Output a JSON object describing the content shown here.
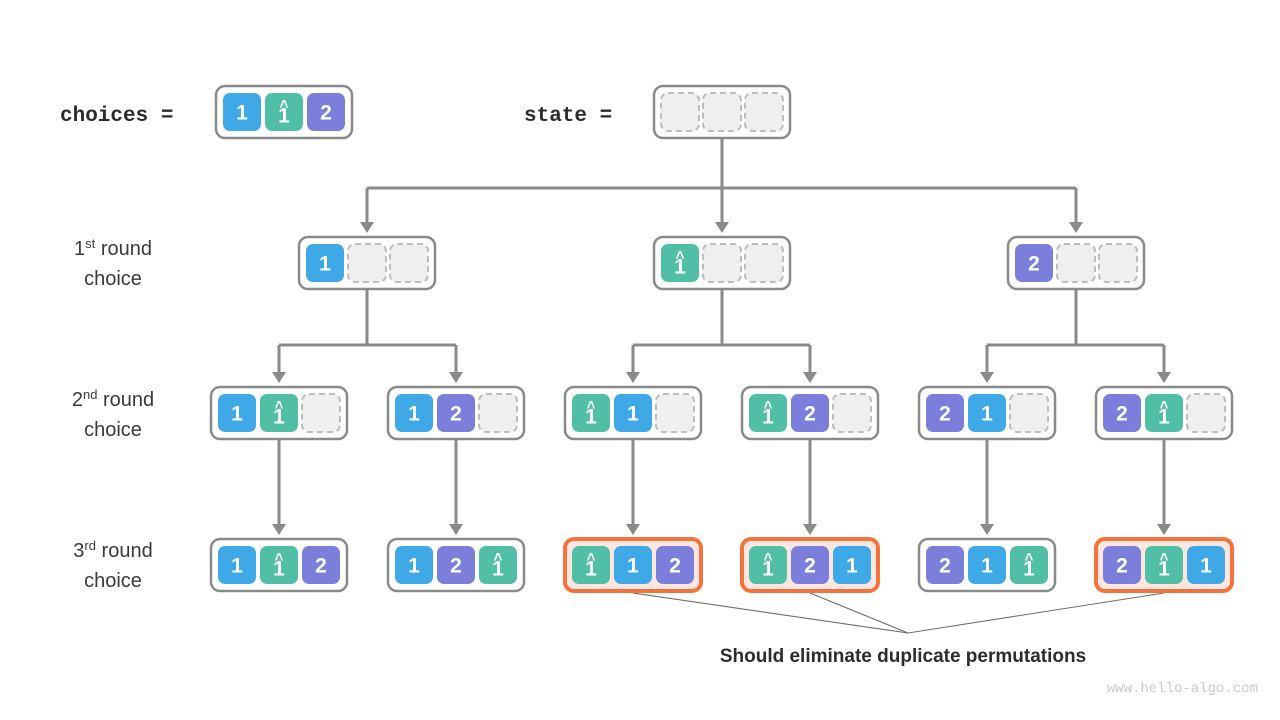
{
  "header": {
    "choices_label": "choices =",
    "state_label": "state =",
    "choices_cells": [
      "1",
      "1̂",
      "2"
    ],
    "state_cells": [
      "",
      "",
      ""
    ]
  },
  "row_labels": [
    {
      "ordinal": "1",
      "suffix": "st",
      "word": "round",
      "line2": "choice"
    },
    {
      "ordinal": "2",
      "suffix": "nd",
      "word": "round",
      "line2": "choice"
    },
    {
      "ordinal": "3",
      "suffix": "rd",
      "word": "round",
      "line2": "choice"
    }
  ],
  "colors": {
    "blue": "#3fa9e8",
    "teal": "#50bfa5",
    "purple": "#7b7fdb",
    "empty_fill": "#efefef",
    "empty_border": "#bdbdbd",
    "node_border": "#8a8a8a",
    "highlight_border": "#f4723b",
    "highlight_fill": "#fbe6e0",
    "connector": "#8a8a8a",
    "text_dark": "#2c2c2c",
    "watermark": "#c9c9c9"
  },
  "tree": {
    "level1": [
      {
        "id": "n1",
        "cells": [
          "1",
          "",
          ""
        ],
        "highlight": false
      },
      {
        "id": "n2",
        "cells": [
          "1̂",
          "",
          ""
        ],
        "highlight": false
      },
      {
        "id": "n3",
        "cells": [
          "2",
          "",
          ""
        ],
        "highlight": false
      }
    ],
    "level2": [
      {
        "id": "n11",
        "cells": [
          "1",
          "1̂",
          ""
        ],
        "highlight": false
      },
      {
        "id": "n12",
        "cells": [
          "1",
          "2",
          ""
        ],
        "highlight": false
      },
      {
        "id": "n21",
        "cells": [
          "1̂",
          "1",
          ""
        ],
        "highlight": false
      },
      {
        "id": "n22",
        "cells": [
          "1̂",
          "2",
          ""
        ],
        "highlight": false
      },
      {
        "id": "n31",
        "cells": [
          "2",
          "1",
          ""
        ],
        "highlight": false
      },
      {
        "id": "n32",
        "cells": [
          "2",
          "1̂",
          ""
        ],
        "highlight": false
      }
    ],
    "level3": [
      {
        "id": "l1",
        "cells": [
          "1",
          "1̂",
          "2"
        ],
        "highlight": false
      },
      {
        "id": "l2",
        "cells": [
          "1",
          "2",
          "1̂"
        ],
        "highlight": false
      },
      {
        "id": "l3",
        "cells": [
          "1̂",
          "1",
          "2"
        ],
        "highlight": true
      },
      {
        "id": "l4",
        "cells": [
          "1̂",
          "2",
          "1"
        ],
        "highlight": true
      },
      {
        "id": "l5",
        "cells": [
          "2",
          "1",
          "1̂"
        ],
        "highlight": false
      },
      {
        "id": "l6",
        "cells": [
          "2",
          "1̂",
          "1"
        ],
        "highlight": true
      }
    ]
  },
  "caption": "Should eliminate duplicate permutations",
  "watermark": "www.hello-algo.com"
}
